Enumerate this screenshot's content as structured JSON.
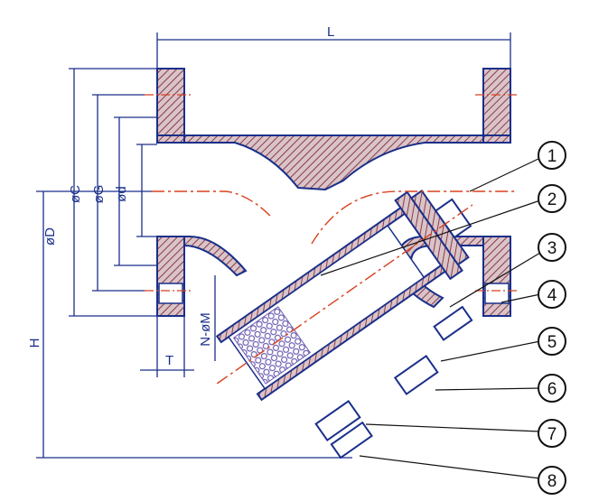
{
  "diagram": {
    "dimensions": {
      "length": "L",
      "height": "H",
      "flange_od": "øD",
      "bolt_circle": "øC",
      "raised_face": "øG",
      "bore": "ød",
      "flange_thickness": "T",
      "bolt_holes": "N-øM"
    },
    "callouts": [
      "1",
      "2",
      "3",
      "4",
      "5",
      "6",
      "7",
      "8"
    ],
    "colors": {
      "line": "#1a2f8a",
      "hatch": "#8a3a4a",
      "centerline": "#d8401c",
      "screen": "#6a5ab0"
    }
  }
}
